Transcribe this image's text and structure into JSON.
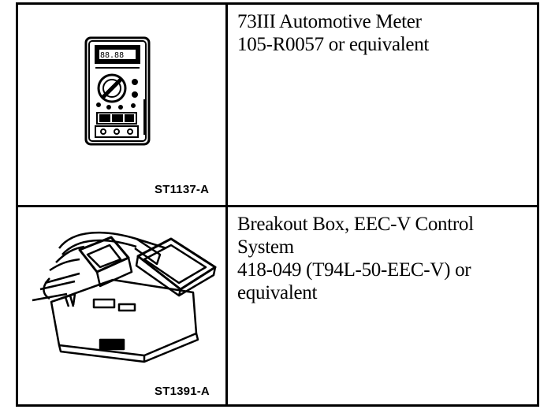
{
  "tools": [
    {
      "illustration_icon": "multimeter-illustration",
      "caption": "ST1137-A",
      "description_lines": [
        "73III Automotive Meter",
        "105-R0057 or equivalent"
      ]
    },
    {
      "illustration_icon": "breakout-box-illustration",
      "caption": "ST1391-A",
      "description_lines": [
        "Breakout Box, EEC-V Control",
        "System",
        "418-049 (T94L-50-EEC-V) or",
        "equivalent"
      ]
    }
  ]
}
